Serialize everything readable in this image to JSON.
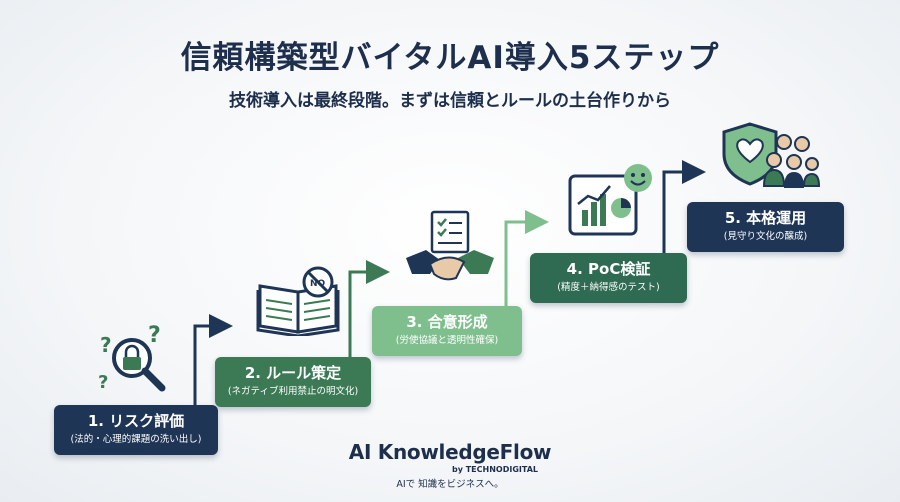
{
  "header": {
    "title": "信頼構築型バイタルAI導入5ステップ",
    "subtitle": "技術導入は最終段階。まずは信頼とルールの土台作りから"
  },
  "steps": [
    {
      "label": "1. リスク評価",
      "desc": "(法的・心理的課題の洗い出し)",
      "icon": "padlock-magnifier-icon"
    },
    {
      "label": "2. ルール策定",
      "desc": "(ネガティブ利用禁止の明文化)",
      "icon": "rulebook-icon"
    },
    {
      "label": "3. 合意形成",
      "desc": "(労使協議と透明性確保)",
      "icon": "handshake-icon"
    },
    {
      "label": "4. PoC検証",
      "desc": "(精度＋納得感のテスト)",
      "icon": "tablet-chart-icon"
    },
    {
      "label": "5. 本格運用",
      "desc": "(見守り文化の醸成)",
      "icon": "shield-team-icon"
    }
  ],
  "icon_text": {
    "no_sign_text": "NO",
    "question_mark": "?"
  },
  "brand": {
    "name": "AI KnowledgeFlow",
    "by": "by TECHNODIGITAL",
    "tagline": "AIで 知識をビジネスへ。"
  },
  "colors": {
    "navy": "#1f3556",
    "green": "#3b7a55",
    "light_green": "#7fbf8e",
    "mid_green": "#2f6a52"
  }
}
